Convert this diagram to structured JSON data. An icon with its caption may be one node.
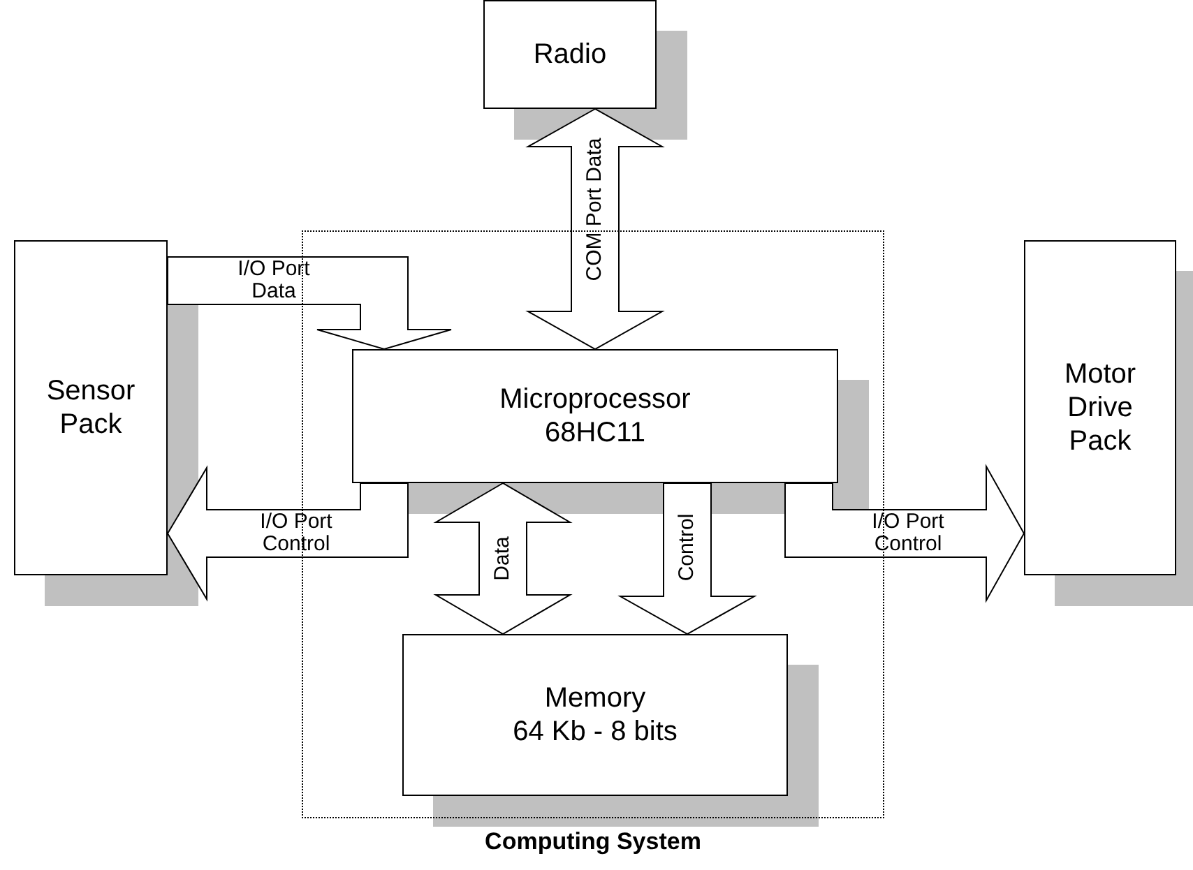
{
  "diagram": {
    "nodes": [
      {
        "text": [
          "Radio"
        ]
      },
      {
        "text": [
          "Sensor Pack"
        ]
      },
      {
        "text": [
          "Computing System"
        ]
      },
      {
        "text": [
          "Microprocessor",
          "68HC11"
        ],
        "in": 2
      },
      {
        "text": [
          "Memory",
          "64 Kb - 8 bits"
        ],
        "in": 2
      },
      {
        "text": [
          "Motor Drive Pack"
        ]
      }
    ],
    "edges": [
      {
        "from": 0,
        "to": 3,
        "arrow": "both",
        "label": "COM Port Data"
      },
      {
        "from": 1,
        "to": 3,
        "arrow": "to",
        "label": "I/O Port Data"
      },
      {
        "from": 3,
        "to": 1,
        "arrow": "to",
        "label": "I/O Port Control"
      },
      {
        "from": 3,
        "to": 4,
        "arrow": "both",
        "label": "Data"
      },
      {
        "from": 3,
        "to": 4,
        "arrow": "to",
        "label": "Control"
      },
      {
        "from": 3,
        "to": 5,
        "arrow": "to",
        "label": "I/O Port Control"
      }
    ]
  }
}
